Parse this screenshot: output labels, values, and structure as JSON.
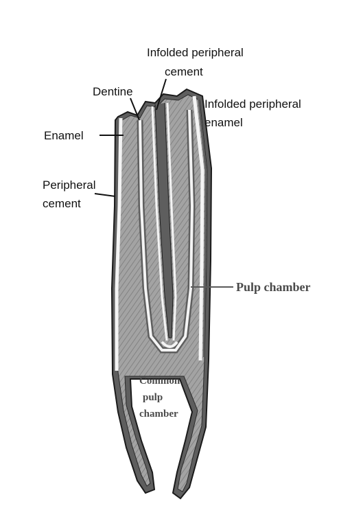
{
  "labels": {
    "infolded_cement_line1": "Infolded peripheral",
    "infolded_cement_line2": "cement",
    "dentine": "Dentine",
    "infolded_enamel_line1": "Infolded peripheral",
    "infolded_enamel_line2": "enamel",
    "enamel": "Enamel",
    "peripheral_cement_line1": "Peripheral",
    "peripheral_cement_line2": "cement",
    "pulp_chamber": "Pulp chamber",
    "common_line1": "Common",
    "common_line2": "pulp",
    "common_line3": "chamber"
  },
  "colors": {
    "dentine_fill": "#9c9c9c",
    "cement_band": "#5e5e5e",
    "enamel_band": "#f4f4f4",
    "outline": "#1a1a1a",
    "label_text": "#111111",
    "serif_label_text": "#4a4a4a"
  }
}
